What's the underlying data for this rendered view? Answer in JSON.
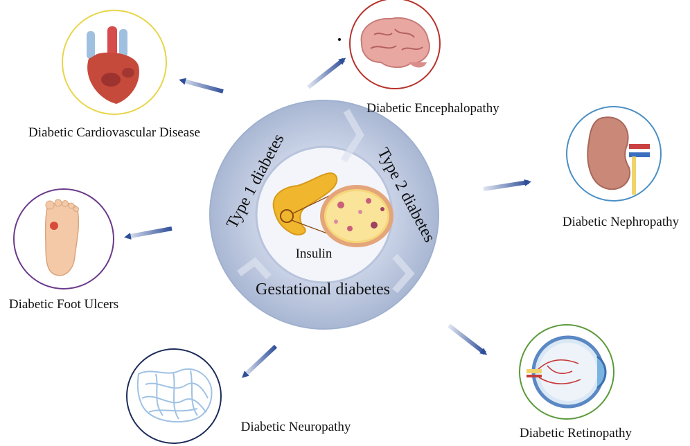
{
  "center": {
    "types": [
      "Type 1 diabetes",
      "Type 2 diabetes",
      "Gestational diabetes"
    ],
    "insulin_label": "Insulin",
    "colors": {
      "ring": "#b6c2da",
      "ring_dark": "#95a6c8",
      "inner": "#f3f5fa"
    }
  },
  "complications": [
    {
      "id": "cardiovascular",
      "label": "Diabetic Cardiovascular Disease",
      "icon": "heart-icon",
      "border": "#e8d54a"
    },
    {
      "id": "encephalopathy",
      "label": "Diabetic Encephalopathy",
      "icon": "brain-icon",
      "border": "#b7312b"
    },
    {
      "id": "nephropathy",
      "label": "Diabetic Nephropathy",
      "icon": "kidney-icon",
      "border": "#4a8fc4"
    },
    {
      "id": "foot-ulcers",
      "label": "Diabetic Foot Ulcers",
      "icon": "foot-icon",
      "border": "#6b3a8a"
    },
    {
      "id": "neuropathy",
      "label": "Diabetic Neuropathy",
      "icon": "nerve-icon",
      "border": "#1d2c5a"
    },
    {
      "id": "retinopathy",
      "label": "Diabetic Retinopathy",
      "icon": "eye-icon",
      "border": "#5a9a3a"
    }
  ],
  "arrow_color": "#2f4f9a"
}
